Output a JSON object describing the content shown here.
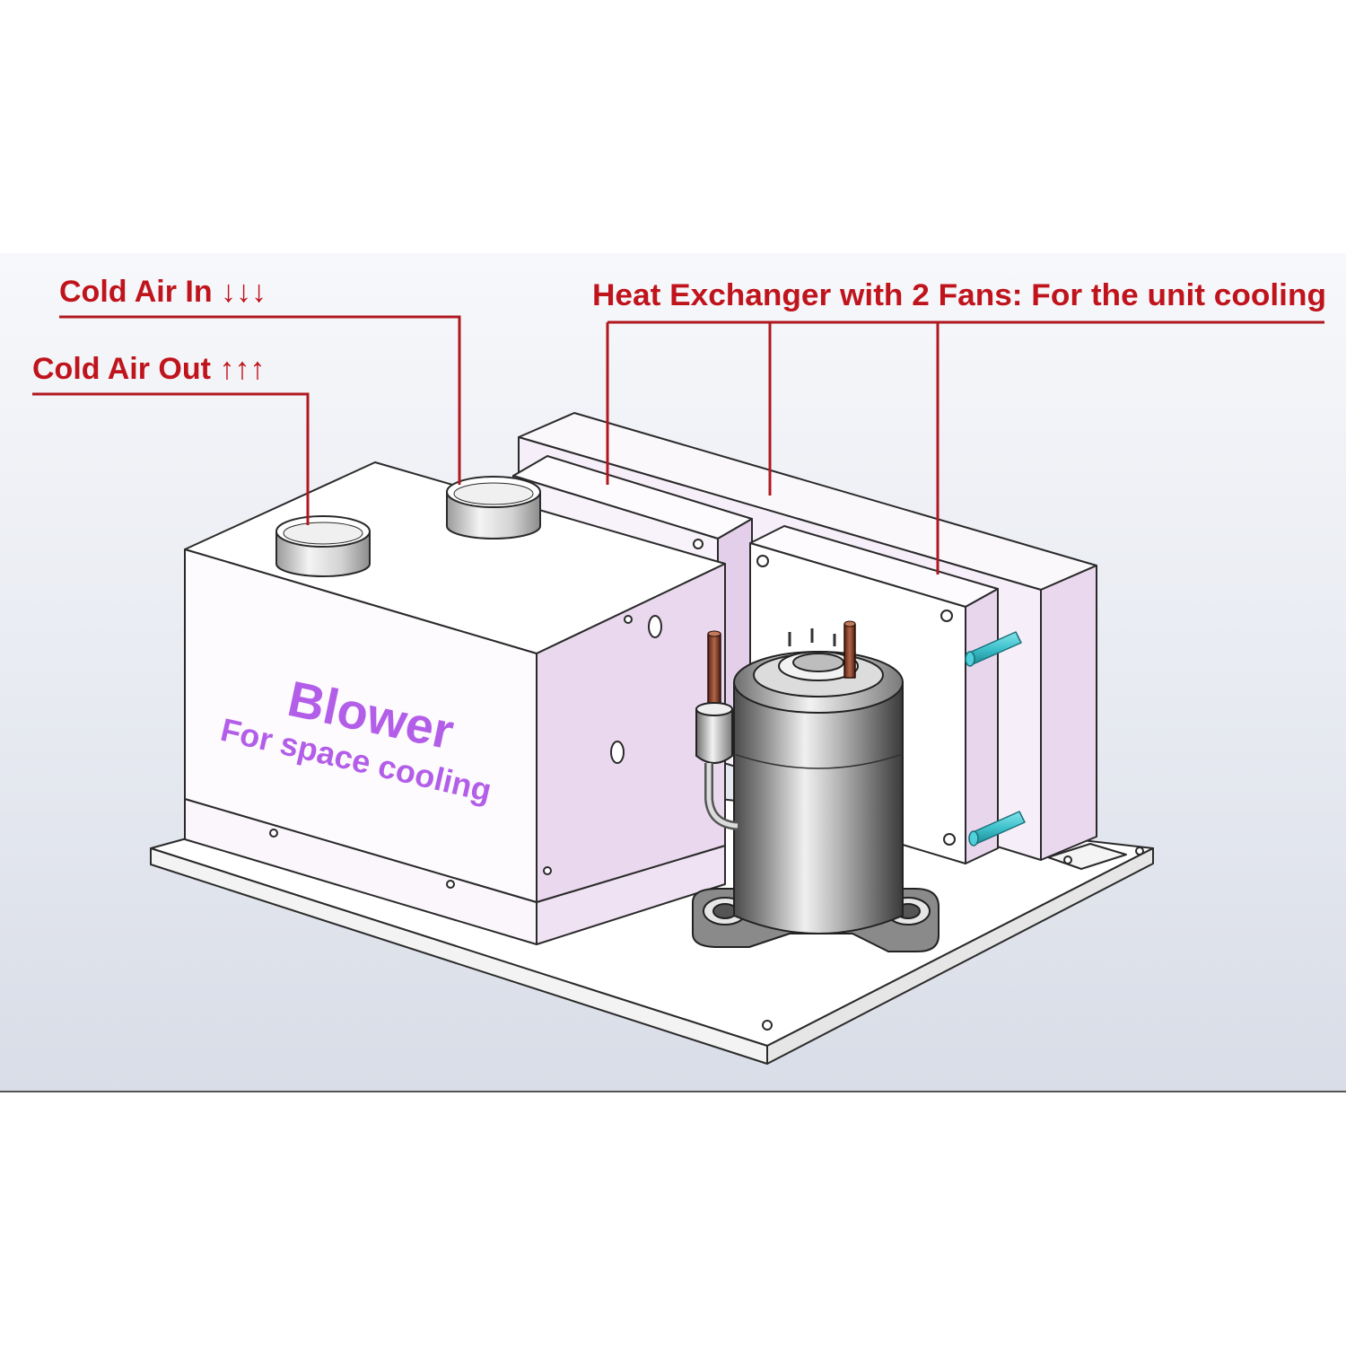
{
  "labels": {
    "cold_air_in": "Cold Air In ↓↓↓",
    "cold_air_out": "Cold Air Out ↑↑↑",
    "heat_exchanger": "Heat Exchanger with 2 Fans: For the unit cooling",
    "blower_title": "Blower",
    "blower_subtitle": "For space cooling"
  },
  "colors": {
    "label_red": "#c0141c",
    "leader_red": "#b01820",
    "blower_text": "#b35ee8",
    "panel_pink": "#ead8ee",
    "panel_white": "#fdfbfe",
    "teal_pipe": "#3fc2cc",
    "copper_pipe": "#8a3c24",
    "outline": "#2a2a2a"
  }
}
